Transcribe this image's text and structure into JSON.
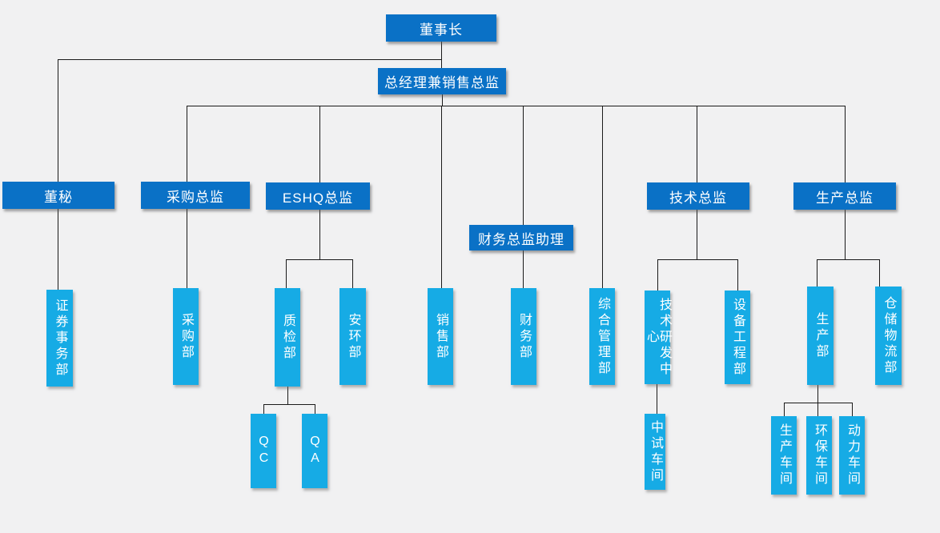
{
  "canvas": {
    "background": "#f1f1f2"
  },
  "colors": {
    "director_box": "#0a71c6",
    "department_box": "#16abe5",
    "connector_line": "#1a1a1a",
    "box_text": "#ffffff"
  },
  "nodes": {
    "chairman": "董事长",
    "gm": "总经理兼销售总监",
    "board_secretary": "董秘",
    "procurement_director": "采购总监",
    "eshq_director": "ESHQ总监",
    "finance_assistant": "财务总监助理",
    "tech_director": "技术总监",
    "production_director": "生产总监",
    "securities_dept": "证券事务部",
    "procurement_dept": "采购部",
    "quality_dept": "质检部",
    "safety_env_dept": "安环部",
    "sales_dept": "销售部",
    "finance_dept": "财务部",
    "admin_dept": "综合管理部",
    "rd_center": "技术研发中心",
    "equipment_dept": "设备工程部",
    "production_dept": "生产部",
    "warehouse_dept": "仓储物流部",
    "qc": "QC",
    "qa": "QA",
    "pilot_workshop": "中试车间",
    "production_workshop": "生产车间",
    "environment_workshop": "环保车间",
    "power_workshop": "动力车间"
  },
  "edges": [
    {
      "from": "chairman",
      "to": "board_secretary"
    },
    {
      "from": "chairman",
      "to": "gm"
    },
    {
      "from": "gm",
      "to": "procurement_director"
    },
    {
      "from": "gm",
      "to": "eshq_director"
    },
    {
      "from": "gm",
      "to": "sales_dept"
    },
    {
      "from": "gm",
      "to": "finance_assistant"
    },
    {
      "from": "gm",
      "to": "admin_dept"
    },
    {
      "from": "gm",
      "to": "tech_director"
    },
    {
      "from": "gm",
      "to": "production_director"
    },
    {
      "from": "board_secretary",
      "to": "securities_dept"
    },
    {
      "from": "procurement_director",
      "to": "procurement_dept"
    },
    {
      "from": "eshq_director",
      "to": "quality_dept"
    },
    {
      "from": "eshq_director",
      "to": "safety_env_dept"
    },
    {
      "from": "finance_assistant",
      "to": "finance_dept"
    },
    {
      "from": "tech_director",
      "to": "rd_center"
    },
    {
      "from": "tech_director",
      "to": "equipment_dept"
    },
    {
      "from": "production_director",
      "to": "production_dept"
    },
    {
      "from": "production_director",
      "to": "warehouse_dept"
    },
    {
      "from": "quality_dept",
      "to": "qc"
    },
    {
      "from": "quality_dept",
      "to": "qa"
    },
    {
      "from": "rd_center",
      "to": "pilot_workshop"
    },
    {
      "from": "production_dept",
      "to": "production_workshop"
    },
    {
      "from": "production_dept",
      "to": "environment_workshop"
    },
    {
      "from": "production_dept",
      "to": "power_workshop"
    }
  ]
}
